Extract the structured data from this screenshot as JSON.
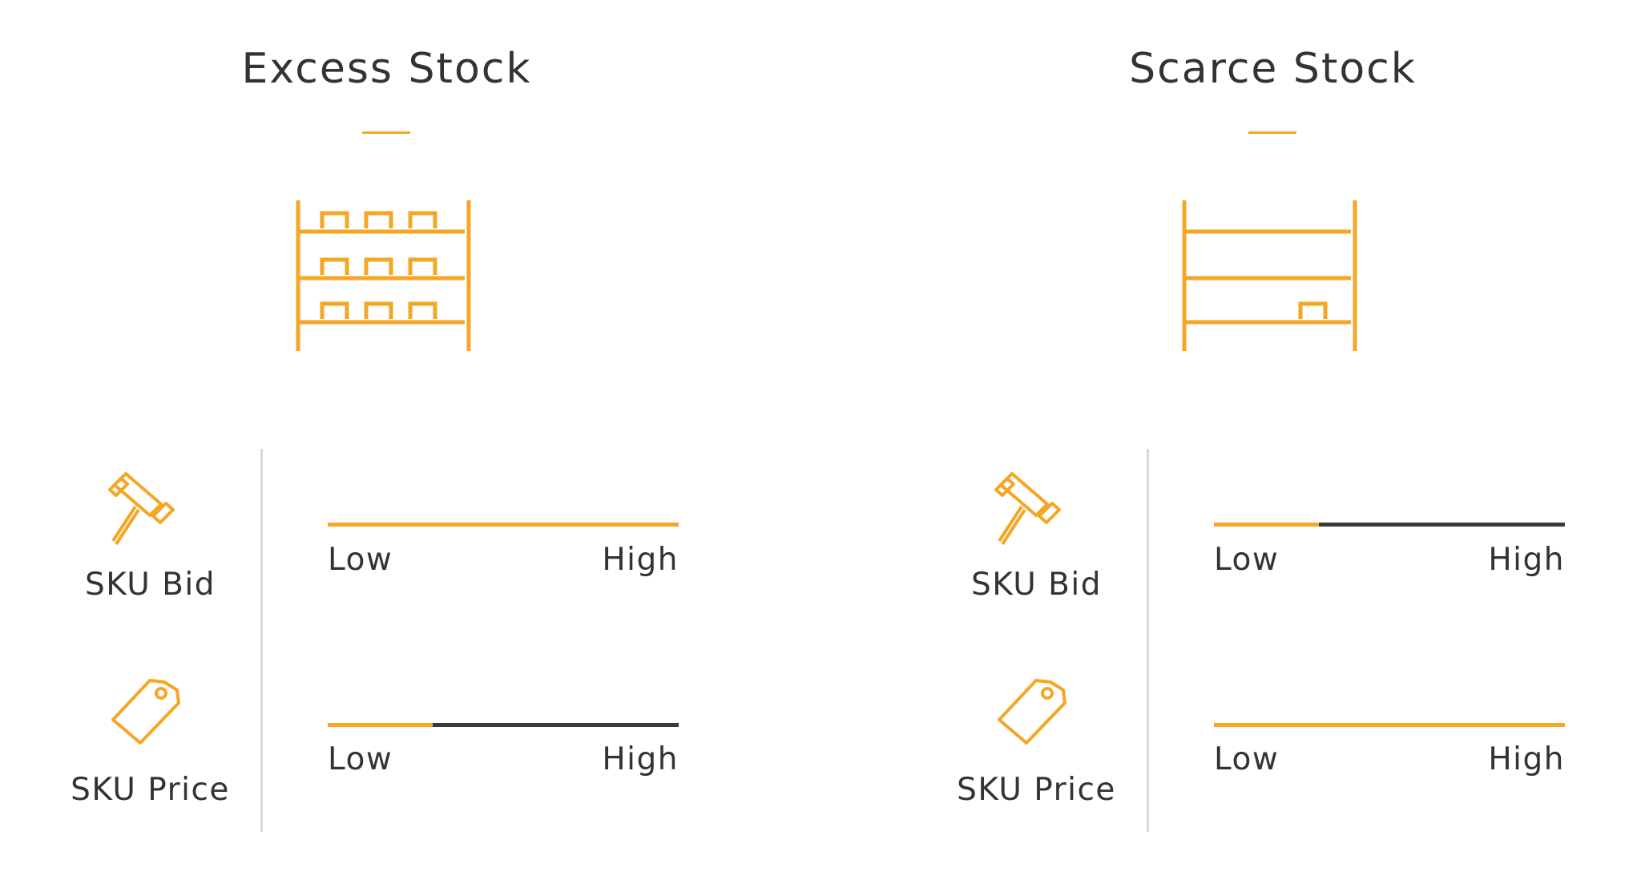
{
  "colors": {
    "accent": "#F5A623",
    "dark": "#3A3A3A",
    "divider": "#D9D9D9",
    "text": "#333333"
  },
  "panels": [
    {
      "title": "Excess Stock",
      "shelf_icon": "shelf-full-icon",
      "metrics": [
        {
          "icon": "gavel-icon",
          "label": "SKU Bid",
          "level": 1.0,
          "low_label": "Low",
          "high_label": "High"
        },
        {
          "icon": "price-tag-icon",
          "label": "SKU Price",
          "level": 0.3,
          "low_label": "Low",
          "high_label": "High"
        }
      ]
    },
    {
      "title": "Scarce Stock",
      "shelf_icon": "shelf-nearly-empty-icon",
      "metrics": [
        {
          "icon": "gavel-icon",
          "label": "SKU Bid",
          "level": 0.3,
          "low_label": "Low",
          "high_label": "High"
        },
        {
          "icon": "price-tag-icon",
          "label": "SKU Price",
          "level": 1.0,
          "low_label": "Low",
          "high_label": "High"
        }
      ]
    }
  ]
}
